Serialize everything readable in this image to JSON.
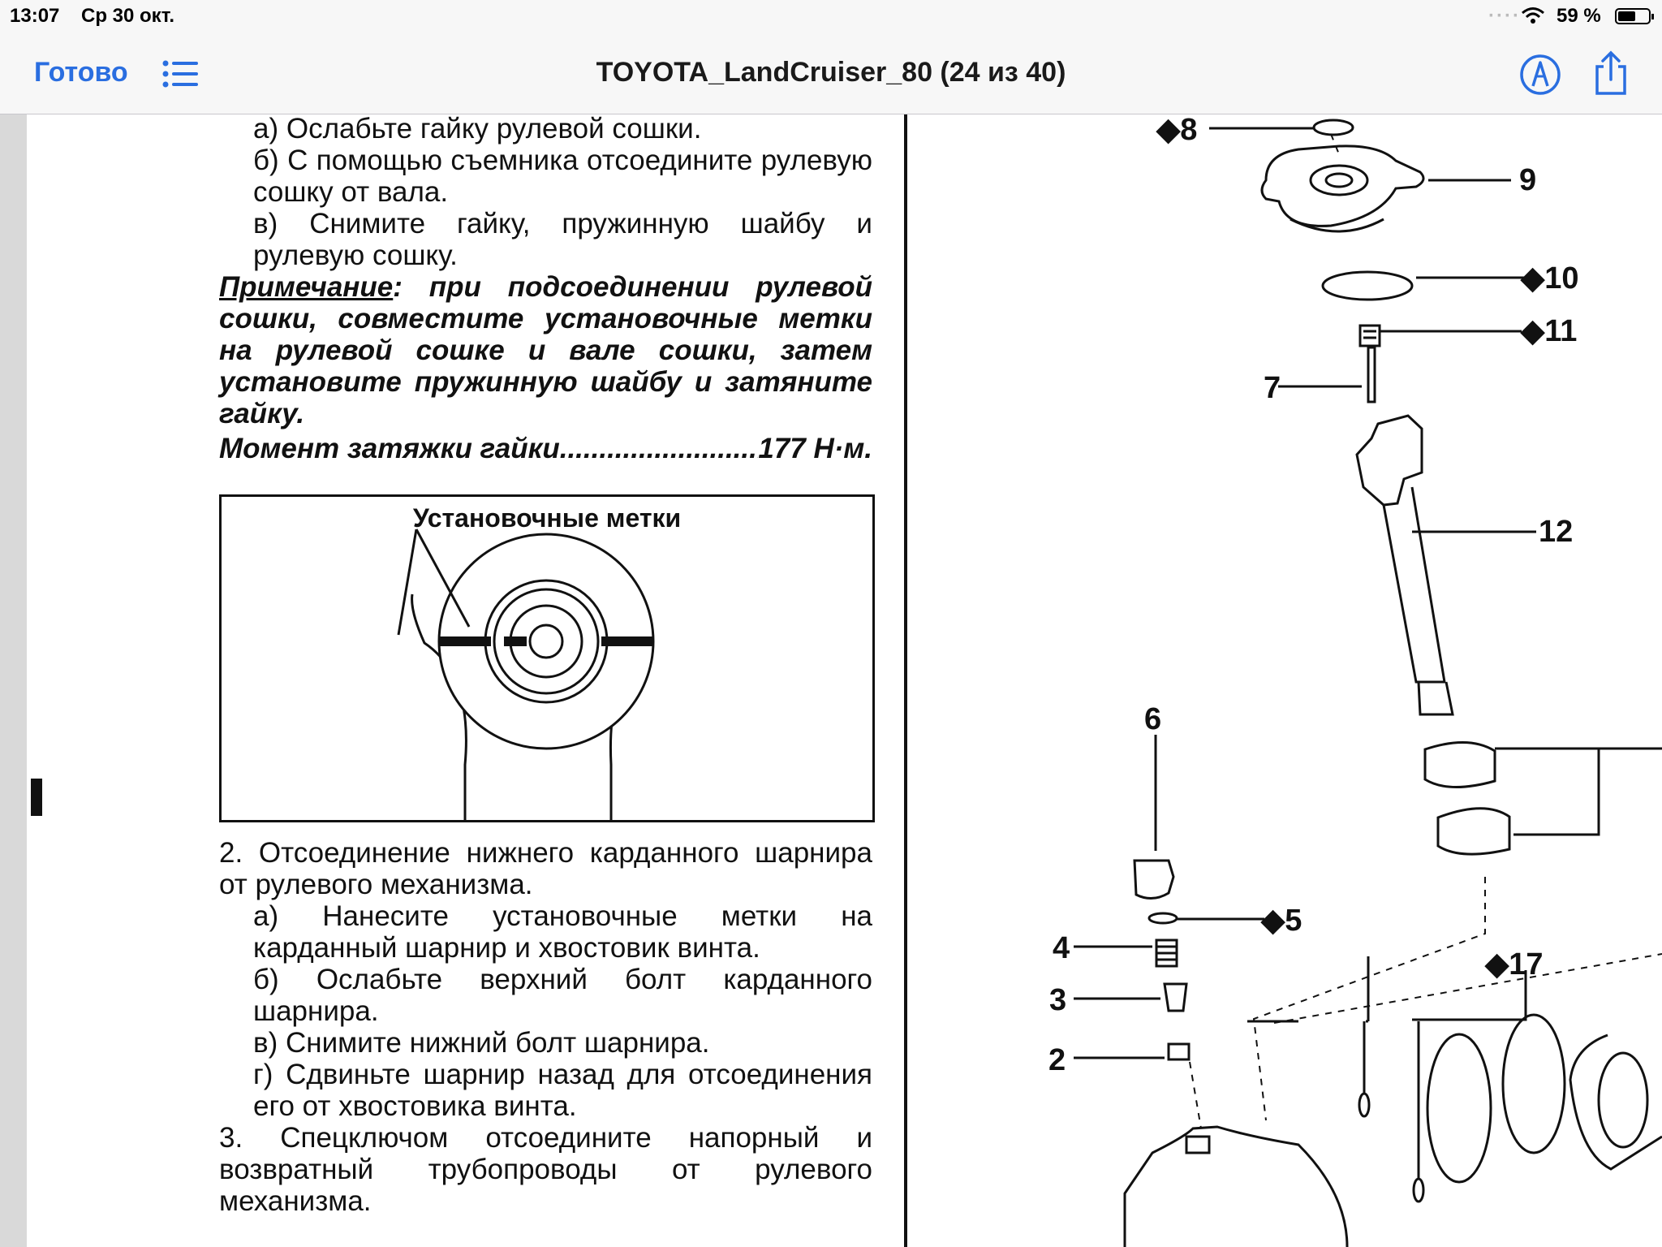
{
  "status_bar": {
    "time": "13:07",
    "date": "Ср 30 окт.",
    "battery_percent": "59 %",
    "battery_level": 0.59
  },
  "nav": {
    "done_label": "Готово",
    "title": "TOYOTA_LandCruiser_80 (24 из 40)",
    "icons": [
      "list-icon",
      "markup-icon",
      "share-icon"
    ],
    "accent_color": "#2a6ee0"
  },
  "document": {
    "top_steps": [
      "а) Ослабьте гайку рулевой сошки.",
      "б) С помощью съемника отсоедините рулевую сошку от вала.",
      "в) Снимите гайку, пружинную шайбу и рулевую сошку."
    ],
    "note_label": "Примечание",
    "note_text": ": при подсоединении рулевой сошки, совместите установочные метки на рулевой сошке и вале сошки, затем установите пружинную шайбу и затяните гайку.",
    "torque_label": "Момент затяжки гайки",
    "torque_dots": "...................................",
    "torque_value": "177 Н·м.",
    "figure_caption": "Установочные метки",
    "section2_title": "2. Отсоединение нижнего карданного шарнира от рулевого механизма.",
    "section2_steps": [
      "а) Нанесите установочные метки на карданный шарнир и хвостовик винта.",
      "б) Ослабьте верхний болт карданного шарнира.",
      "в) Снимите нижний болт шарнира.",
      "г) Сдвиньте шарнир назад для отсоединения его от хвостовика винта."
    ],
    "section3": "3. Спецключом отсоедините напорный и возвратный трубопроводы от рулевого механизма."
  },
  "diagram": {
    "callouts": {
      "c8": "◆8",
      "c9": "9",
      "c10": "◆10",
      "c11": "◆11",
      "c7": "7",
      "c12": "12",
      "c6": "6",
      "c5": "◆5",
      "c4": "4",
      "c3": "3",
      "c2": "2",
      "c17": "◆17"
    }
  }
}
